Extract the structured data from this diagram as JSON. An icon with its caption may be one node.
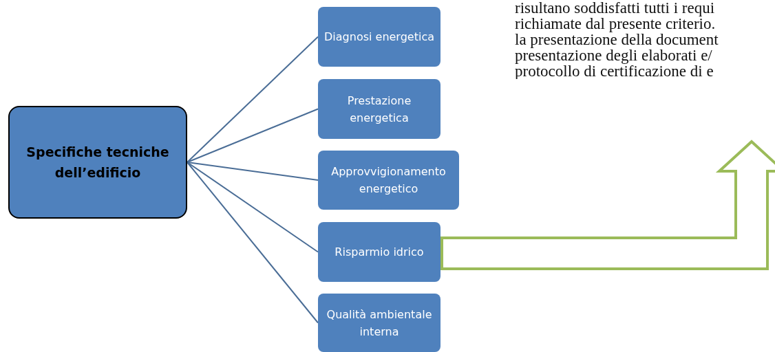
{
  "diagram": {
    "nodes": [
      {
        "text": [
          "Specifiche tecniche dell’edificio"
        ]
      },
      {
        "text": [
          "Diagnosi energetica"
        ]
      },
      {
        "text": [
          "Prestazione energetica"
        ]
      },
      {
        "text": [
          "Approvvigionamento energetico"
        ]
      },
      {
        "text": [
          "Risparmio idrico"
        ]
      },
      {
        "text": [
          "Qualità ambientale interna"
        ]
      }
    ],
    "edges": [
      {
        "from": 0,
        "to": 1,
        "arrow": "none"
      },
      {
        "from": 0,
        "to": 2,
        "arrow": "none"
      },
      {
        "from": 0,
        "to": 3,
        "arrow": "none"
      },
      {
        "from": 0,
        "to": 4,
        "arrow": "none"
      },
      {
        "from": 0,
        "to": 5,
        "arrow": "none"
      },
      {
        "from": 4,
        "to": null,
        "arrow": "to",
        "style": "thick",
        "color": "#9bbb59"
      }
    ],
    "labels": [
      "risultano soddisfatti tutti i requi",
      "richiamate dal presente criterio.",
      "la presentazione della document",
      "presentazione degli elaborati e/",
      "protocollo di certificazione di e"
    ]
  }
}
